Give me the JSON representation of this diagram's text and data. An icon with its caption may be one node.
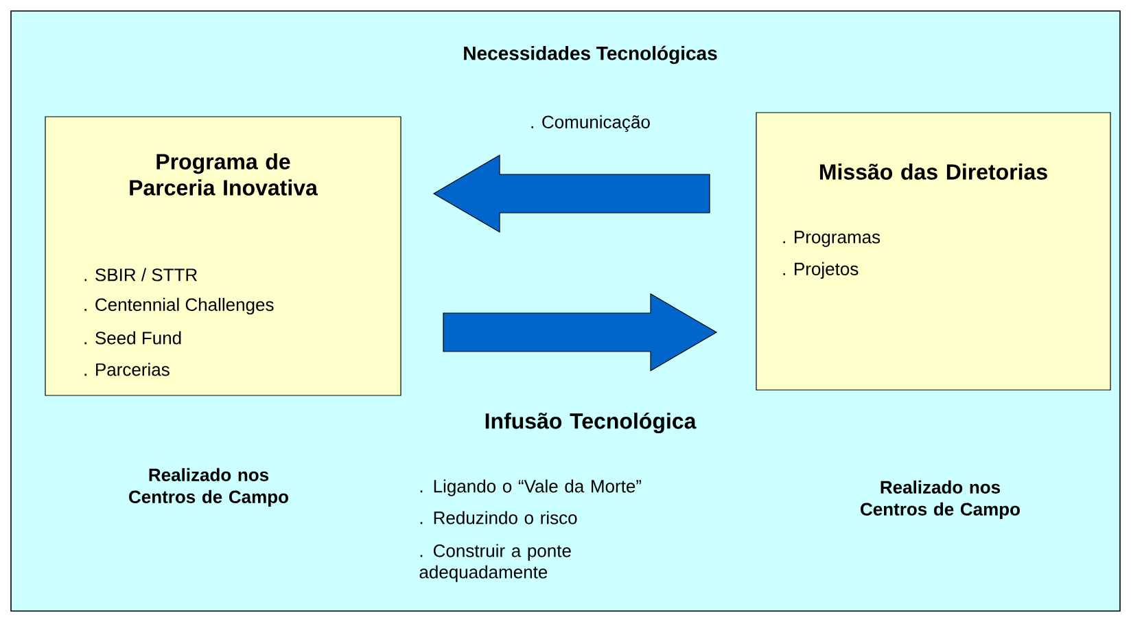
{
  "diagram": {
    "title": "Necessidades Tecnológicas",
    "nodes": [
      {
        "text": [
          "Programa de Parceria Inovativa",
          ". SBIR / STTR",
          ". Centennial Challenges",
          ". Seed Fund",
          ". Parcerias"
        ]
      },
      {
        "text": [
          "Missão das Diretorias",
          ". Programas",
          ". Projetos"
        ]
      }
    ],
    "edges": [
      {
        "from": 1,
        "to": 0,
        "arrow": "to",
        "label": ". Comunicação"
      },
      {
        "from": 0,
        "to": 1,
        "arrow": "to"
      }
    ],
    "labels": [
      "Infusão Tecnológica",
      "Realizado nos Centros de Campo",
      ". Ligando o “Vale da Morte”",
      ". Reduzindo o risco",
      ". Construir a ponte adequadamente",
      "Realizado nos Centros de Campo"
    ]
  }
}
